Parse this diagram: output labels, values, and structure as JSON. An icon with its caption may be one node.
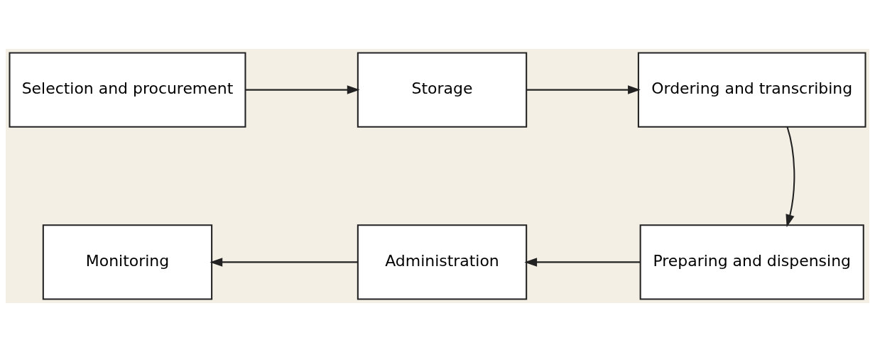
{
  "diagram": {
    "nodes": [
      {
        "text": [
          "Selection and procurement"
        ]
      },
      {
        "text": [
          "Storage"
        ]
      },
      {
        "text": [
          "Ordering and transcribing"
        ]
      },
      {
        "text": [
          "Preparing and dispensing"
        ]
      },
      {
        "text": [
          "Administration"
        ]
      },
      {
        "text": [
          "Monitoring"
        ]
      }
    ],
    "edges": [
      {
        "from": 0,
        "to": 1,
        "arrow": "to"
      },
      {
        "from": 1,
        "to": 2,
        "arrow": "to"
      },
      {
        "from": 2,
        "to": 3,
        "arrow": "to"
      },
      {
        "from": 3,
        "to": 4,
        "arrow": "to"
      },
      {
        "from": 4,
        "to": 5,
        "arrow": "to"
      }
    ]
  }
}
